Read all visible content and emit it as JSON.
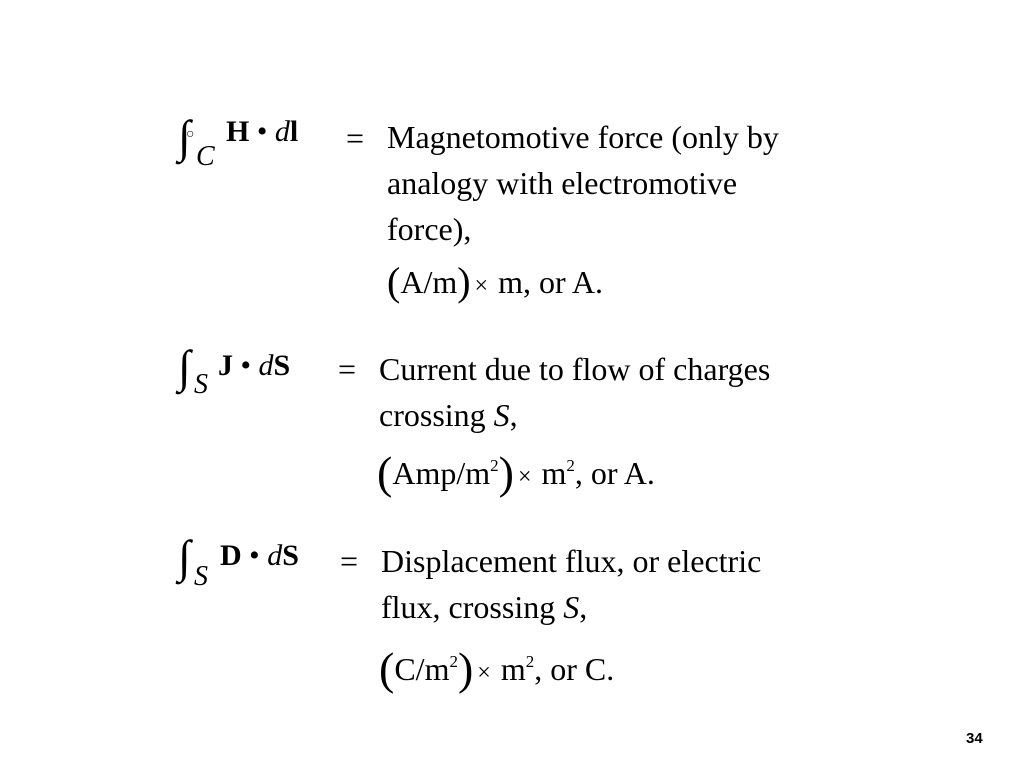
{
  "equations": [
    {
      "integral_sign": "∫",
      "loop_mark": "○",
      "subscript": "C",
      "field": "H",
      "dot": "•",
      "diff": "d",
      "element": "l",
      "equals": "=",
      "description_lines": [
        "Magnetomotive force (only by",
        "analogy with electromotive",
        "force),"
      ],
      "units": {
        "open": "(",
        "unit": "A/m",
        "close": ")",
        "times": "×",
        "tail": "m, or A."
      }
    },
    {
      "integral_sign": "∫",
      "subscript": "S",
      "field": "J",
      "dot": "•",
      "diff": "d",
      "element": "S",
      "equals": "=",
      "description_line1": "Current due to flow of charges",
      "description_line2_prefix": "crossing ",
      "description_line2_var": "S",
      "description_line2_suffix": ",",
      "units": {
        "open": "(",
        "unit": "Amp/m",
        "unit_exp": "2",
        "close": ")",
        "times": "×",
        "tail_base": "m",
        "tail_exp": "2",
        "tail": ", or A."
      }
    },
    {
      "integral_sign": "∫",
      "subscript": "S",
      "field": "D",
      "dot": "•",
      "diff": "d",
      "element": "S",
      "equals": "=",
      "description_line1": "Displacement flux, or electric",
      "description_line2_prefix": "flux, crossing ",
      "description_line2_var": "S",
      "description_line2_suffix": ",",
      "units": {
        "open": "(",
        "unit": "C/m",
        "unit_exp": "2",
        "close": ")",
        "times": "×",
        "tail_base": "m",
        "tail_exp": "2",
        "tail": ", or C."
      }
    }
  ],
  "page_number": "34"
}
